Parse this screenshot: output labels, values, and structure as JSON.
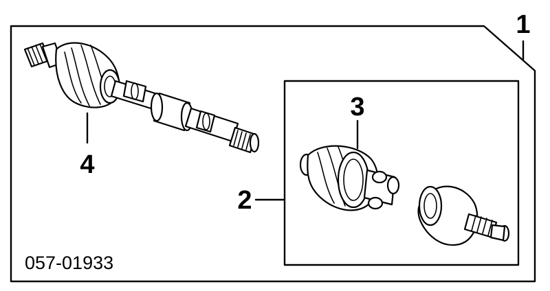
{
  "callouts": {
    "assembly": "1",
    "inner_kit": "2",
    "inner_boot": "3",
    "outer_boot": "4"
  },
  "part_number": "057-01933"
}
